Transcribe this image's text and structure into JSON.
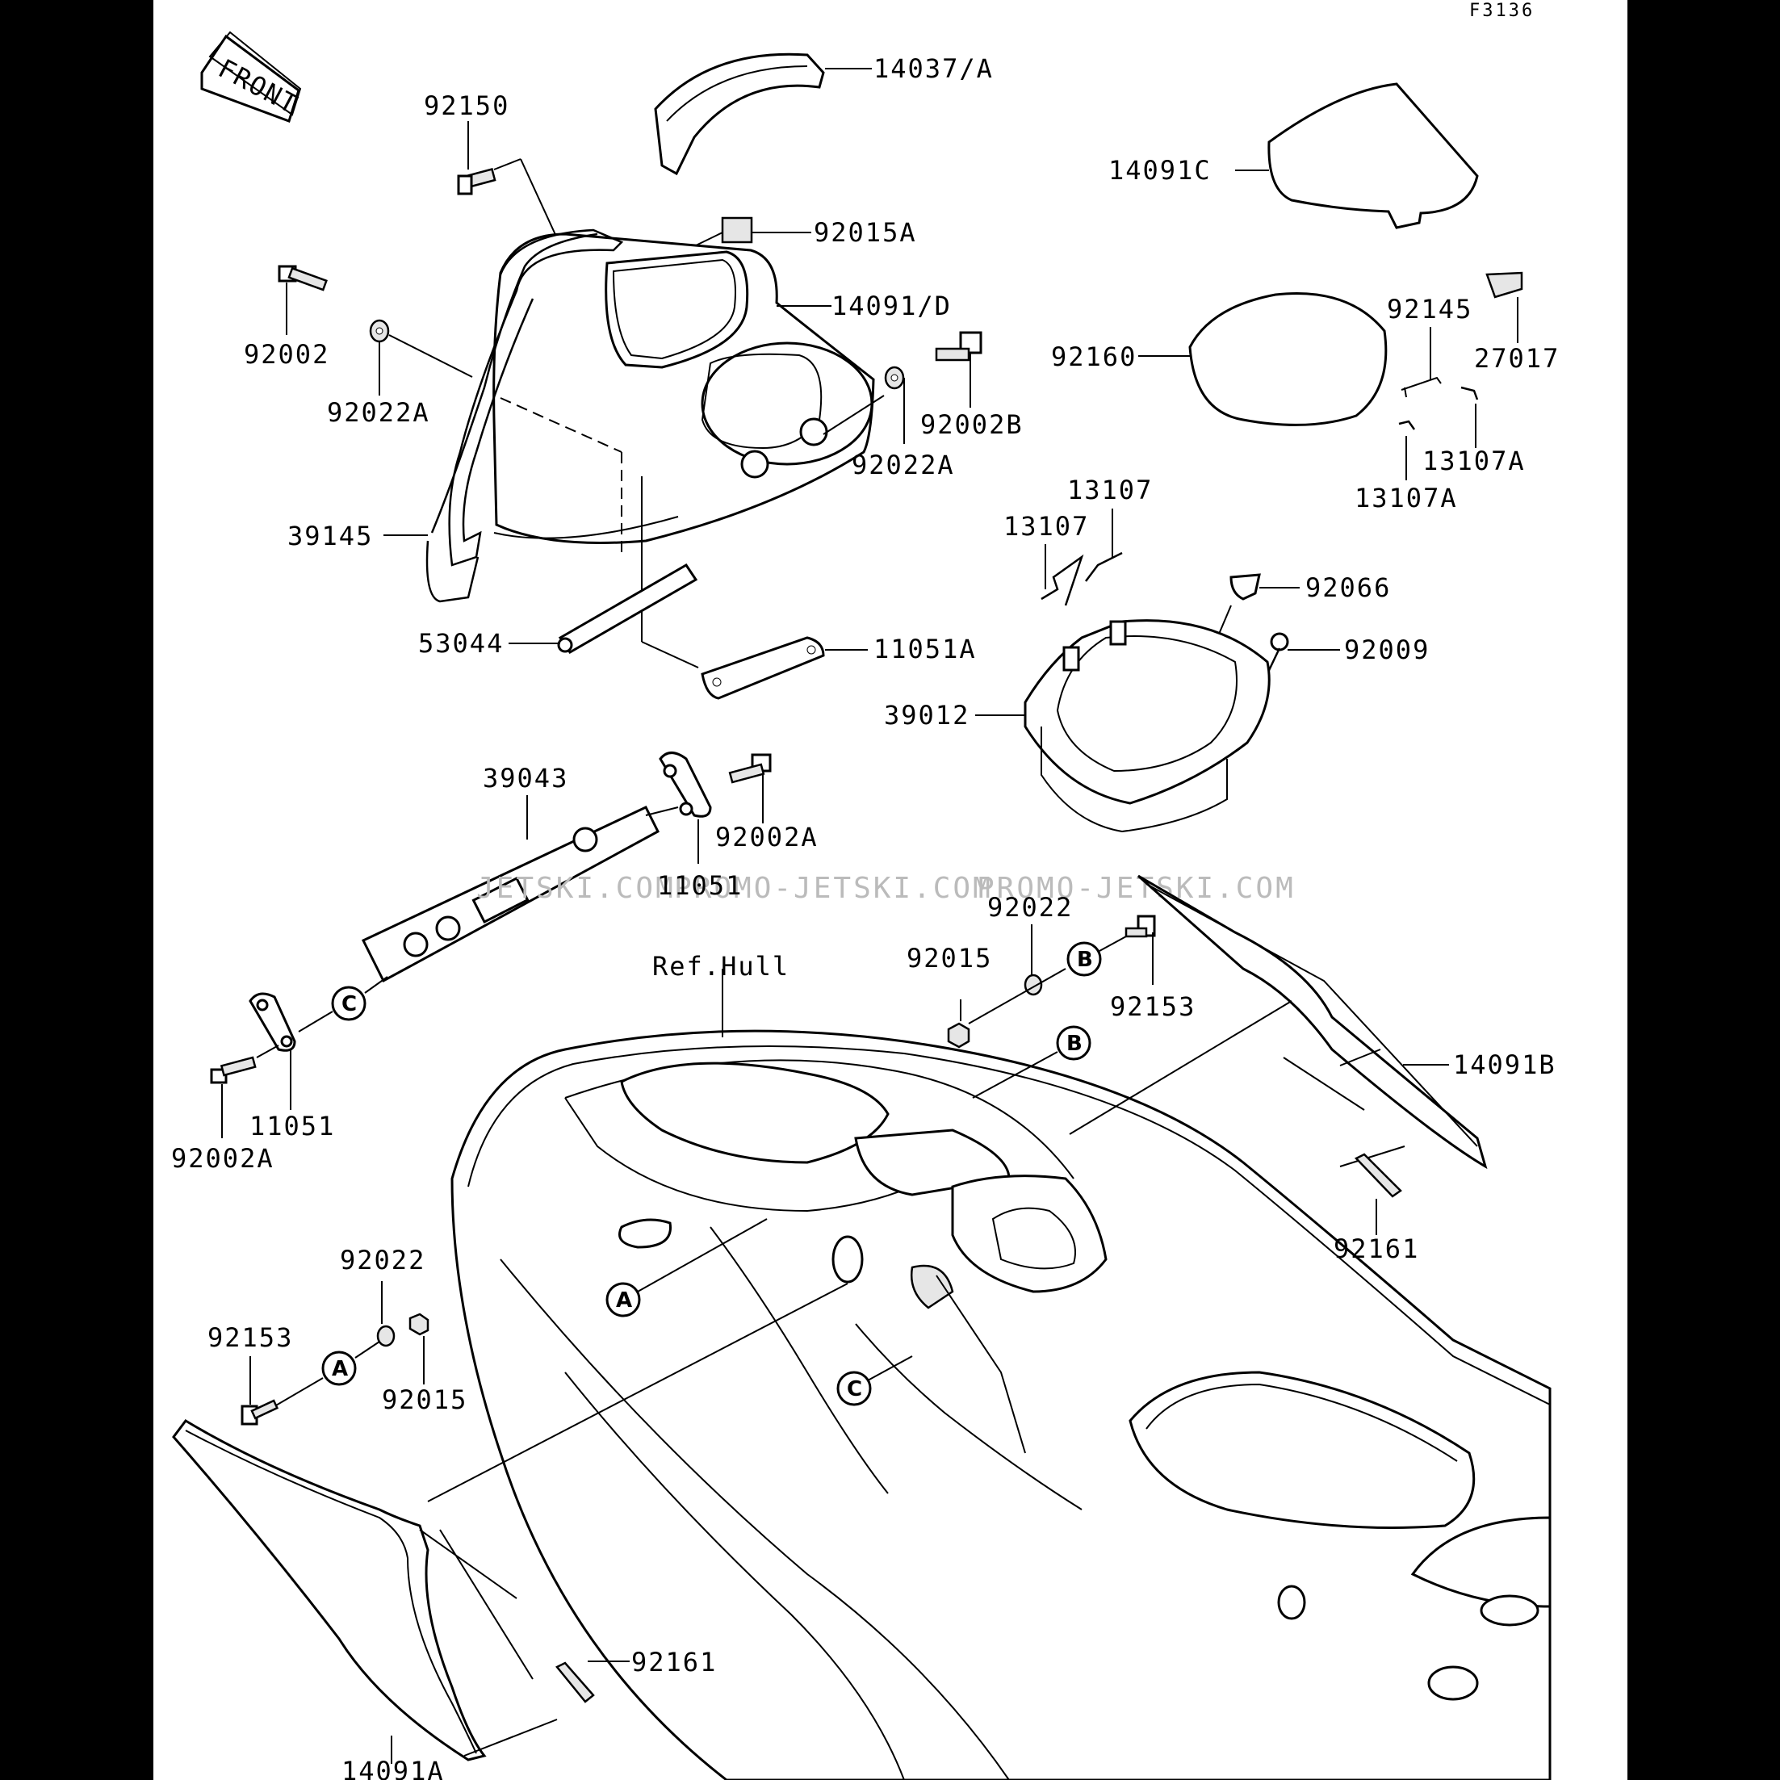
{
  "figure_code": "F3136",
  "front_label": "FRONT",
  "ref_hull": "Ref.Hull",
  "watermark": "PROMO-JETSKI.COM",
  "watermark_left": "JETSKI.COM",
  "parts": {
    "p14037A": "14037/A",
    "p14091C": "14091C",
    "p92150": "92150",
    "p92015A": "92015A",
    "p14091D": "14091/D",
    "p92002": "92002",
    "p92022A_1": "92022A",
    "p92002B": "92002B",
    "p92022A_2": "92022A",
    "p39145": "39145",
    "p92160": "92160",
    "p92145": "92145",
    "p27017": "27017",
    "p13107A_1": "13107A",
    "p13107A_2": "13107A",
    "p13107_1": "13107",
    "p13107_2": "13107",
    "p92066": "92066",
    "p92009": "92009",
    "p53044": "53044",
    "p11051A": "11051A",
    "p39012": "39012",
    "p39043": "39043",
    "p92002A_1": "92002A",
    "p11051_1": "11051",
    "p92022_1": "92022",
    "p92015_1": "92015",
    "p92153_1": "92153",
    "p14091B": "14091B",
    "p11051_2": "11051",
    "p92002A_2": "92002A",
    "p92161_1": "92161",
    "p92022_2": "92022",
    "p92153_2": "92153",
    "p92015_2": "92015",
    "p92161_2": "92161",
    "p14091A": "14091A"
  },
  "callouts": {
    "A": "A",
    "B": "B",
    "C": "C"
  }
}
